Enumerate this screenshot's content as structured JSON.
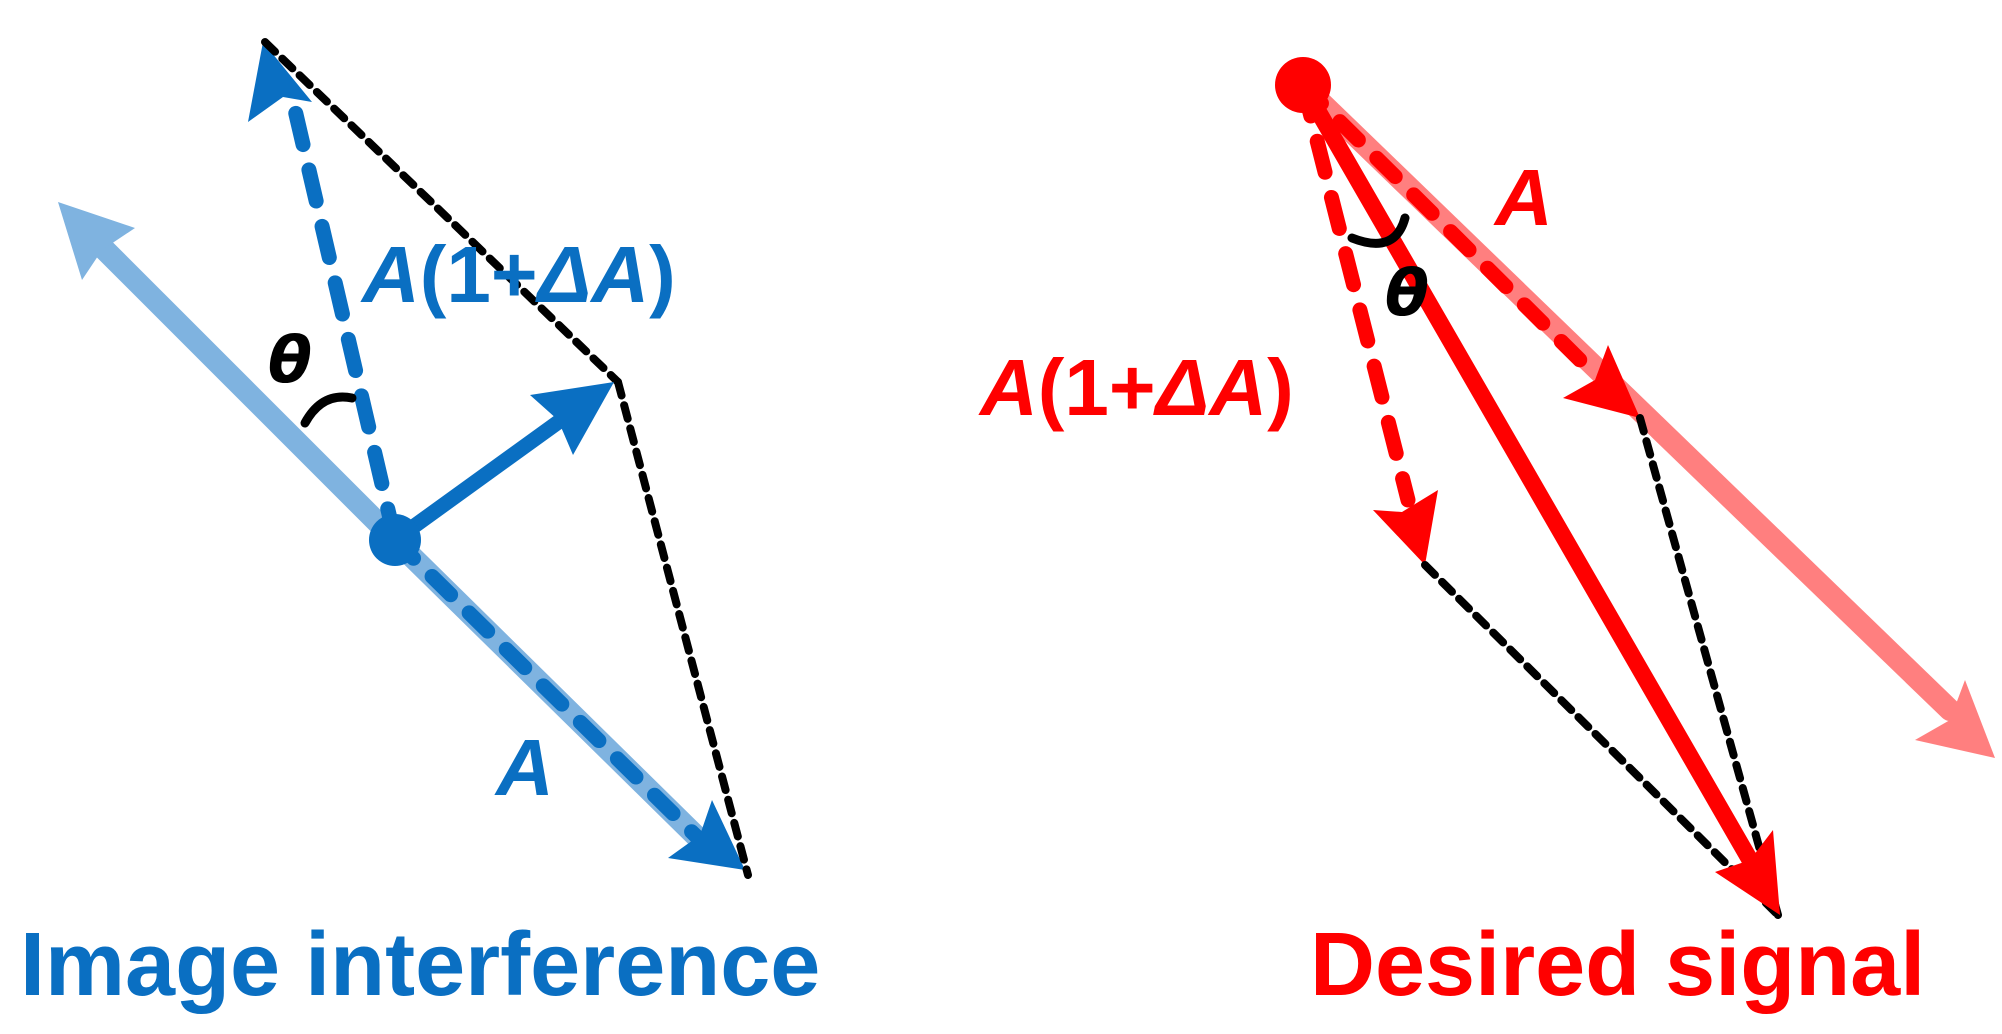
{
  "colors": {
    "blue": "#0a6fc2",
    "blue_light": "#7fb3e0",
    "red": "#ff0000",
    "red_light": "#ff7f7f",
    "dotted": "#000000",
    "background": "#ffffff"
  },
  "left_panel": {
    "title": "Image interference",
    "amplitude_label": "A",
    "scaled_label": {
      "symbol": "A",
      "open": "(1+",
      "delta": "Δ",
      "symbol2": "A",
      "close": ")"
    },
    "angle_label": "θ"
  },
  "right_panel": {
    "title": "Desired signal",
    "amplitude_label": "A",
    "scaled_label": {
      "symbol": "A",
      "open": "(1+",
      "delta": "Δ",
      "symbol2": "A",
      "close": ")"
    },
    "angle_label": "θ"
  }
}
